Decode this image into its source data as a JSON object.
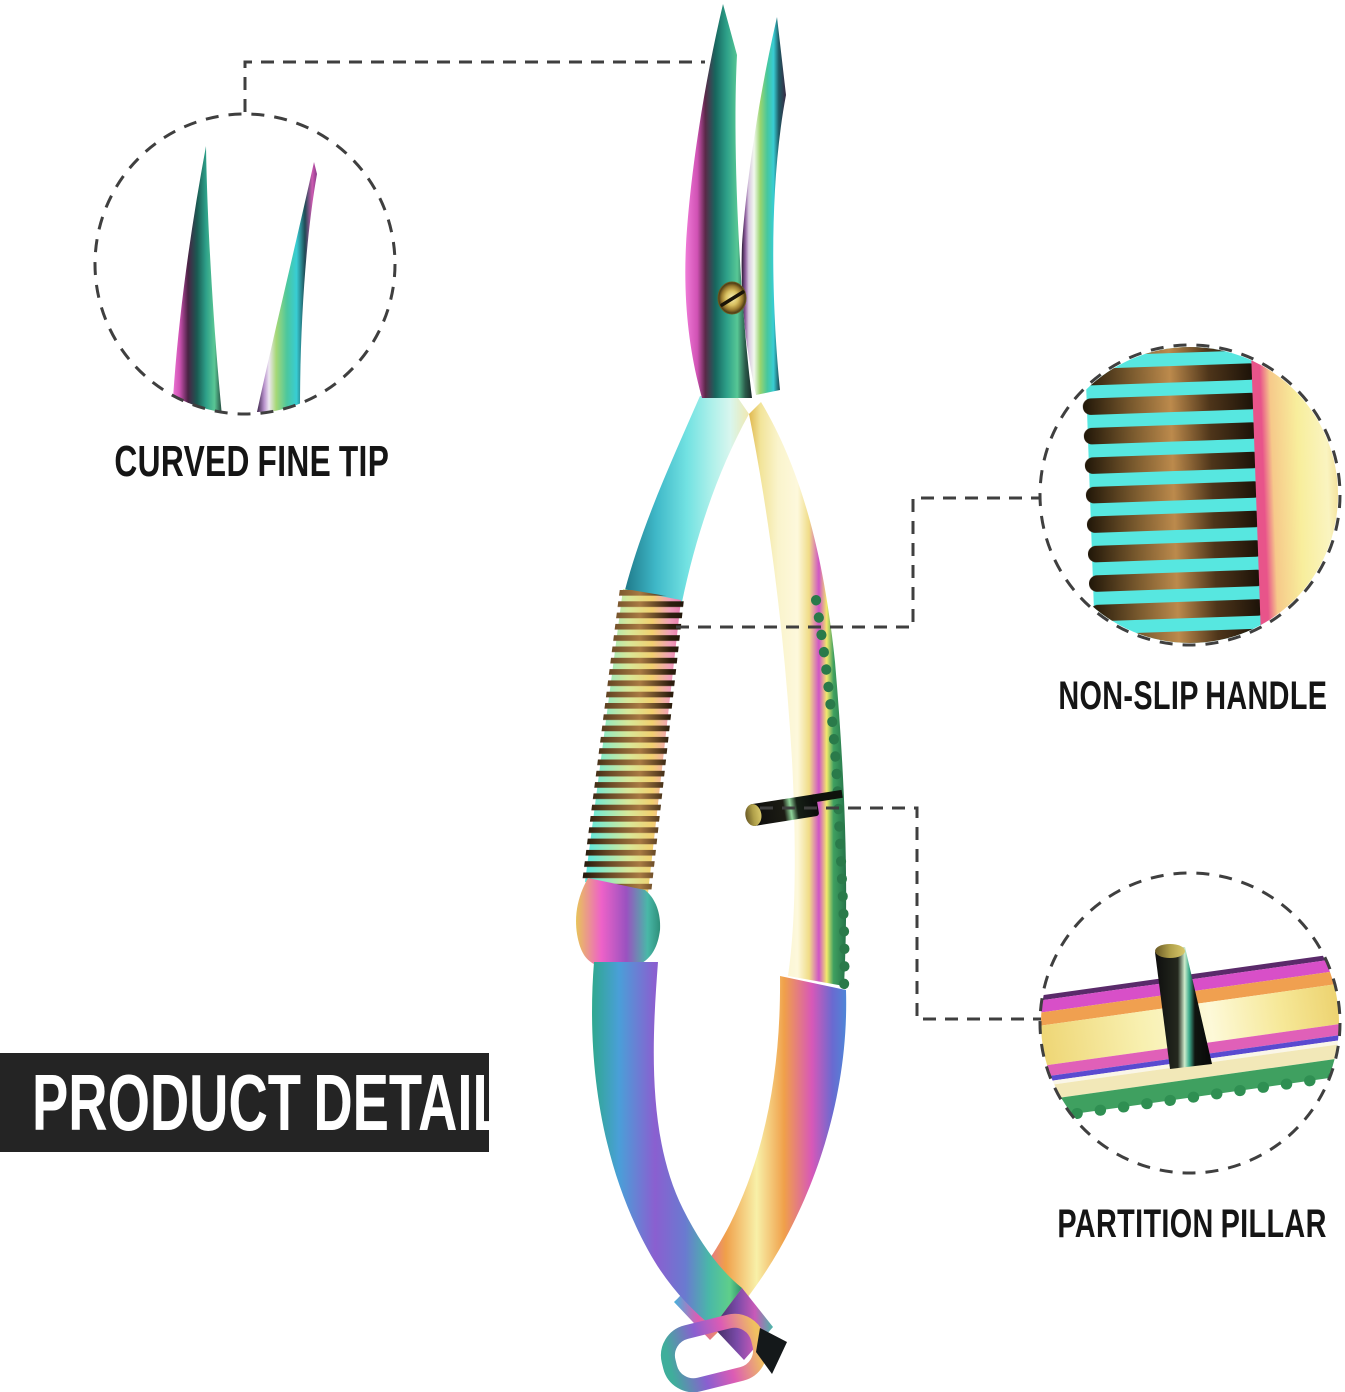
{
  "banner": {
    "label": "PRODUCT DETAIL",
    "background": "#242424",
    "text_color": "#ffffff"
  },
  "callouts": {
    "curved_fine_tip": {
      "label": "CURVED FINE TIP",
      "position": "top-left"
    },
    "non_slip_handle": {
      "label": "NON-SLIP HANDLE",
      "position": "middle-right"
    },
    "partition_pillar": {
      "label": "PARTITION PILLAR",
      "position": "bottom-right"
    }
  },
  "product": {
    "finish_colors": [
      "#ee6ad6",
      "#f2e88a",
      "#8fd46a",
      "#38cdd4",
      "#8a5fd0",
      "#f0a04a"
    ]
  },
  "style": {
    "background": "#ffffff",
    "dashed_line_color": "#3f3f3f"
  }
}
